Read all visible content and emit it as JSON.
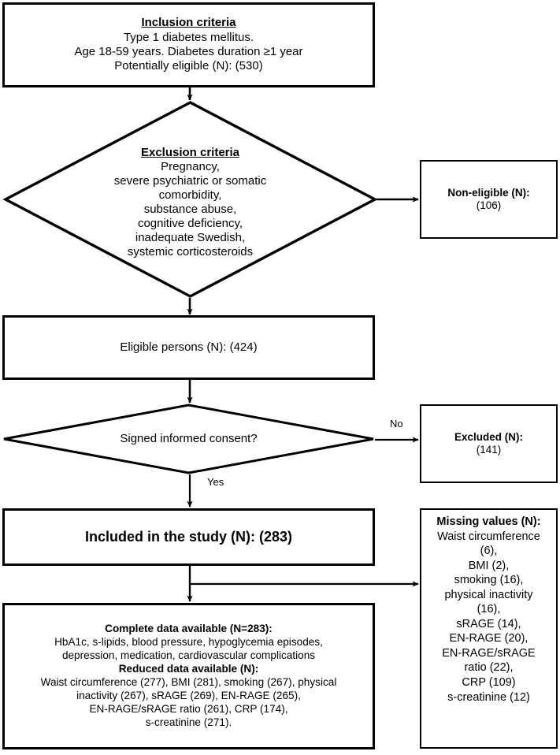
{
  "figure": {
    "type": "flowchart",
    "orientation": "top-to-bottom"
  },
  "nodes": {
    "inclusion": {
      "shape": "rectangle",
      "title": "Inclusion criteria",
      "line1": "Type 1 diabetes mellitus.",
      "line2": "Age 18-59 years. Diabetes duration ≥1 year",
      "line3": "Potentially eligible (N): (530)",
      "count": 530
    },
    "exclusion": {
      "shape": "diamond",
      "title": "Exclusion criteria",
      "line1": "Pregnancy,",
      "line2": "severe psychiatric or somatic",
      "line3": "comorbidity,",
      "line4": "substance abuse,",
      "line5": "cognitive  deficiency,",
      "line6": "inadequate Swedish,",
      "line7": "systemic corticosteroids"
    },
    "non_eligible": {
      "shape": "rectangle",
      "title": "Non-eligible (N):",
      "value": "(106)",
      "count": 106
    },
    "eligible": {
      "shape": "rectangle",
      "text": "Eligible persons (N): (424)",
      "count": 424
    },
    "consent": {
      "shape": "diamond",
      "text": "Signed informed consent?"
    },
    "excluded": {
      "shape": "rectangle",
      "title": "Excluded (N):",
      "value": "(141)",
      "count": 141
    },
    "included": {
      "shape": "rectangle",
      "text": "Included in the study (N): (283)",
      "count": 283
    },
    "missing": {
      "shape": "rectangle",
      "title": "Missing values (N):",
      "line1": "Waist circumference",
      "line2": "(6),",
      "line3": "BMI (2),",
      "line4": "smoking (16),",
      "line5": "physical inactivity",
      "line6": "(16),",
      "line7": "sRAGE (14),",
      "line8": "EN-RAGE (20),",
      "line9": "EN-RAGE/sRAGE",
      "line10": "ratio (22),",
      "line11": "CRP (109)",
      "line12": "s-creatinine (12)"
    },
    "complete": {
      "shape": "rectangle",
      "title1": "Complete data available (N=283):",
      "line1": "HbA1c, s-lipids, blood pressure, hypoglycemia episodes,",
      "line2": "depression, medication, cardiovascular complications",
      "title2": "Reduced data available (N):",
      "line3": "Waist circumference (277), BMI (281), smoking (267), physical",
      "line4": "inactivity (267), sRAGE (269), EN-RAGE (265),",
      "line5": "EN-RAGE/sRAGE ratio (261), CRP (174),",
      "line6": "s-creatinine (271)."
    }
  },
  "edge_labels": {
    "no": "No",
    "yes": "Yes"
  },
  "colors": {
    "stroke": "#000000",
    "fill": "#ffffff",
    "text": "#000000"
  }
}
